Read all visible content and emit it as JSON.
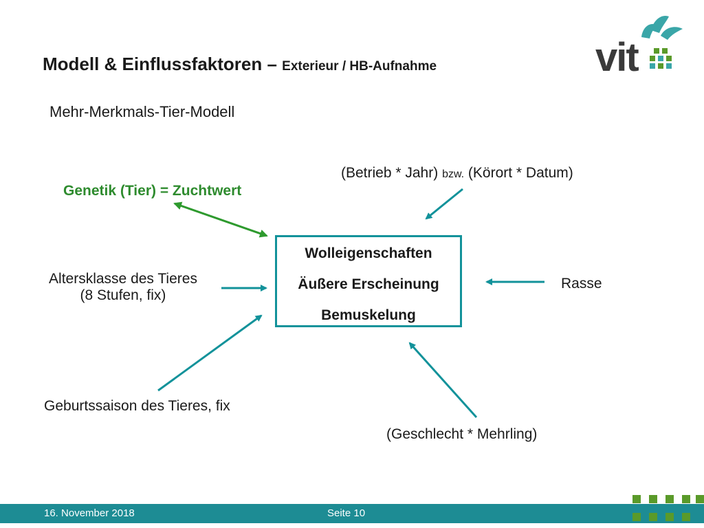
{
  "slide": {
    "title_main": "Modell & Einflussfaktoren – ",
    "title_sub": "Exterieur / HB-Aufnahme",
    "subtitle": "Mehr-Merkmals-Tier-Modell"
  },
  "factors": {
    "genetik": "Genetik (Tier) = Zuchtwert",
    "betrieb_a": "(Betrieb * Jahr) ",
    "betrieb_bzw": "bzw.",
    "betrieb_b": " (Körort * Datum)",
    "alter_line1": "Altersklasse des Tieres",
    "alter_line2": "(8 Stufen, fix)",
    "rasse": "Rasse",
    "geburt": "Geburtssaison des Tieres, fix",
    "geschlecht": "(Geschlecht * Mehrling)"
  },
  "center_box": {
    "line1": "Wolleigenschaften",
    "line2": "Äußere Erscheinung",
    "line3": "Bemuskelung"
  },
  "footer": {
    "date": "16. November 2018",
    "page": "Seite 10"
  },
  "logo": {
    "text": "vit"
  },
  "colors": {
    "teal": "#1d8c94",
    "green": "#2e8b2e",
    "logo_green": "#5a9a2a",
    "logo_teal": "#3aa6a8"
  }
}
